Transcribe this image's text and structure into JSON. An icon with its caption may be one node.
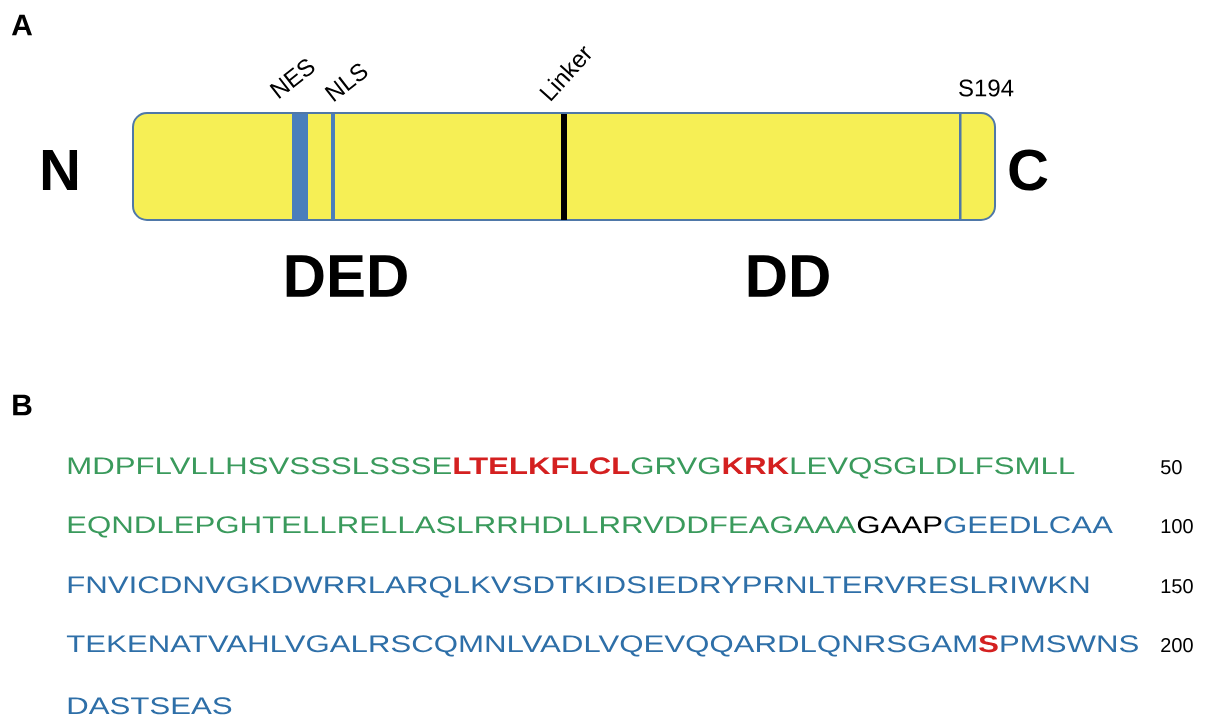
{
  "diagram": {
    "labels": [
      "A",
      "NES",
      "NLS",
      "Linker",
      "S194",
      "N",
      "C",
      "DED",
      "DD",
      "B",
      "MDPFLVLLHSVSSSLSSSE",
      "LTELKFLCL",
      "GRVG",
      "KRK",
      "LEVQSGLDLFSMLL",
      "50",
      "EQNDLEPGHTELLRELLASLRRHDLLRRVDDFEAGAAA",
      "GAAP",
      "GEEDLCAA",
      "100",
      "FNVICDNVGKDWRRLARQLKVSDTKIDSIEDRYPRNLTERVRESLRIWKN",
      "150",
      "TEKENATVAHLVGALRSCQMNLVADLVQEVQQARDLQNRSGAM",
      "S",
      "PMSWNS",
      "200",
      "DASTSEAS"
    ]
  }
}
